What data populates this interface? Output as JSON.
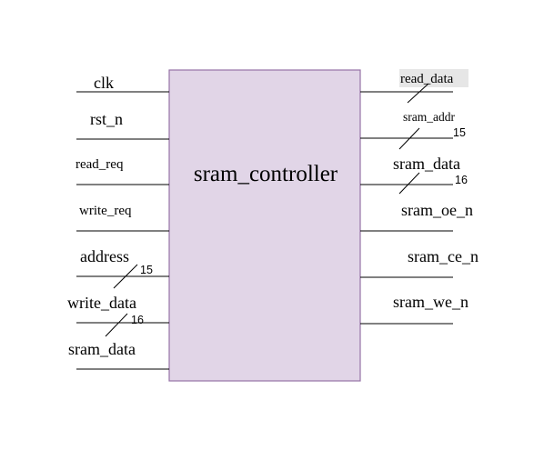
{
  "block": {
    "name": "sram_controller",
    "fill": "#e1d5e7",
    "stroke": "#9673a6"
  },
  "inputs": [
    {
      "name": "clk"
    },
    {
      "name": "rst_n"
    },
    {
      "name": "read_req"
    },
    {
      "name": "write_req"
    },
    {
      "name": "address",
      "width": "15"
    },
    {
      "name": "write_data",
      "width": "16"
    },
    {
      "name": "sram_data"
    }
  ],
  "outputs": [
    {
      "name": "read_data"
    },
    {
      "name": "sram_addr",
      "width": "15"
    },
    {
      "name": "sram_data",
      "width": "16"
    },
    {
      "name": "sram_oe_n"
    },
    {
      "name": "sram_ce_n"
    },
    {
      "name": "sram_we_n"
    }
  ]
}
